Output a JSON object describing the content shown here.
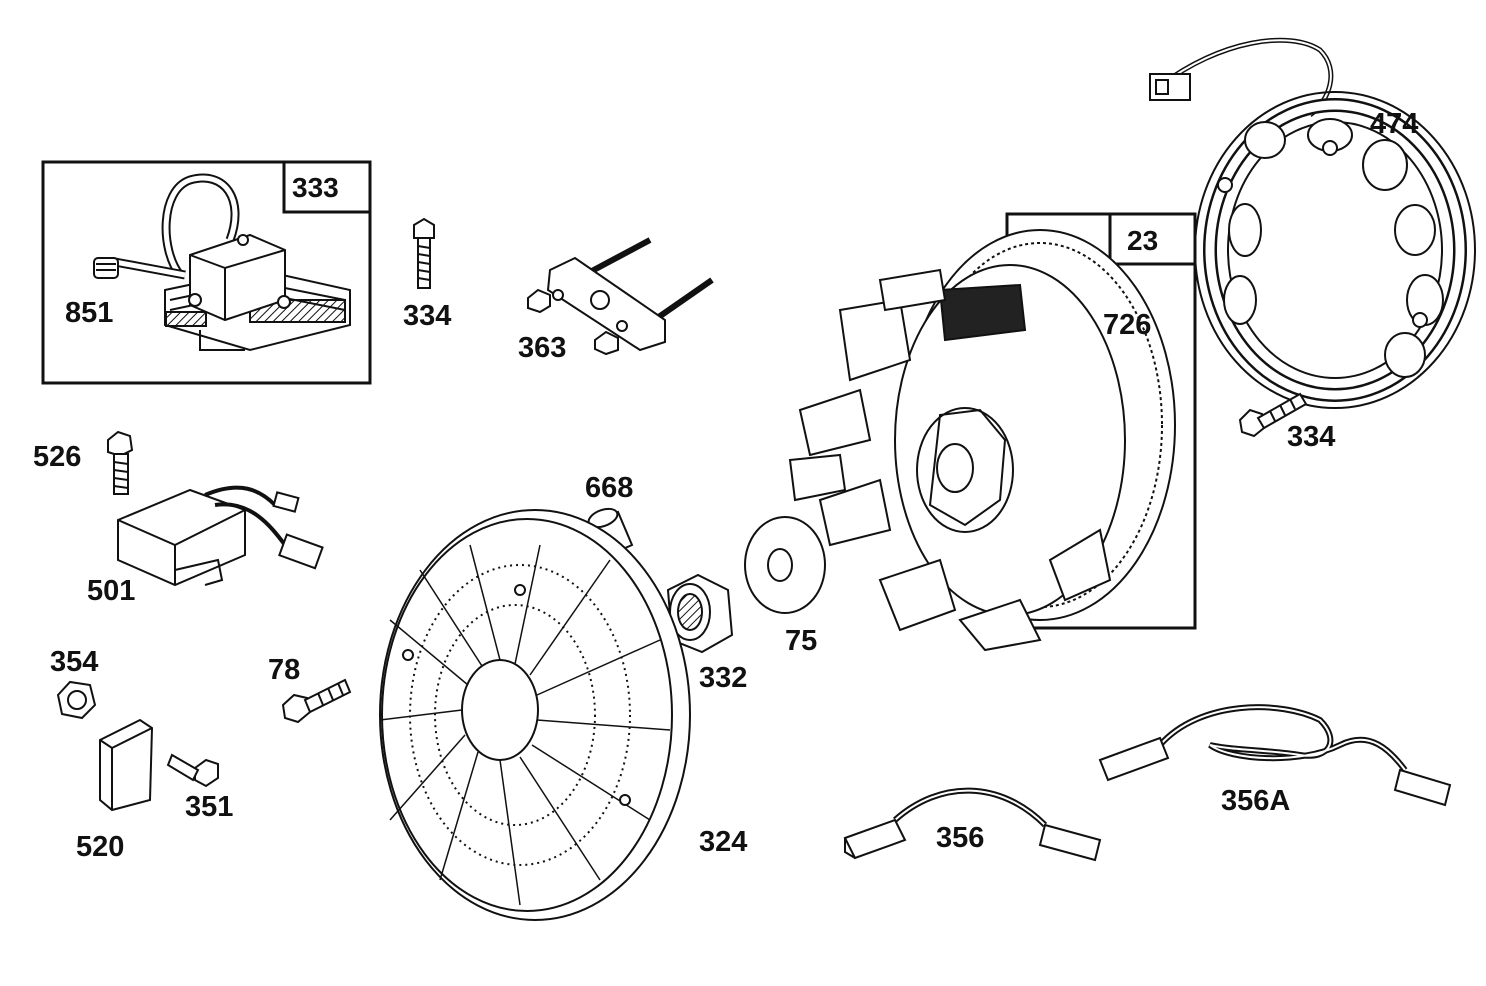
{
  "diagram": {
    "colors": {
      "ink": "#111111",
      "paper": "#ffffff",
      "shade": "#555555"
    },
    "labels": {
      "p333": "333",
      "p851": "851",
      "p334a": "334",
      "p363": "363",
      "p23": "23",
      "p726": "726",
      "p474": "474",
      "p334b": "334",
      "p526": "526",
      "p501": "501",
      "p668": "668",
      "p354": "354",
      "p78": "78",
      "p332": "332",
      "p75": "75",
      "p520": "520",
      "p351": "351",
      "p324": "324",
      "p356": "356",
      "p356a": "356A"
    }
  }
}
